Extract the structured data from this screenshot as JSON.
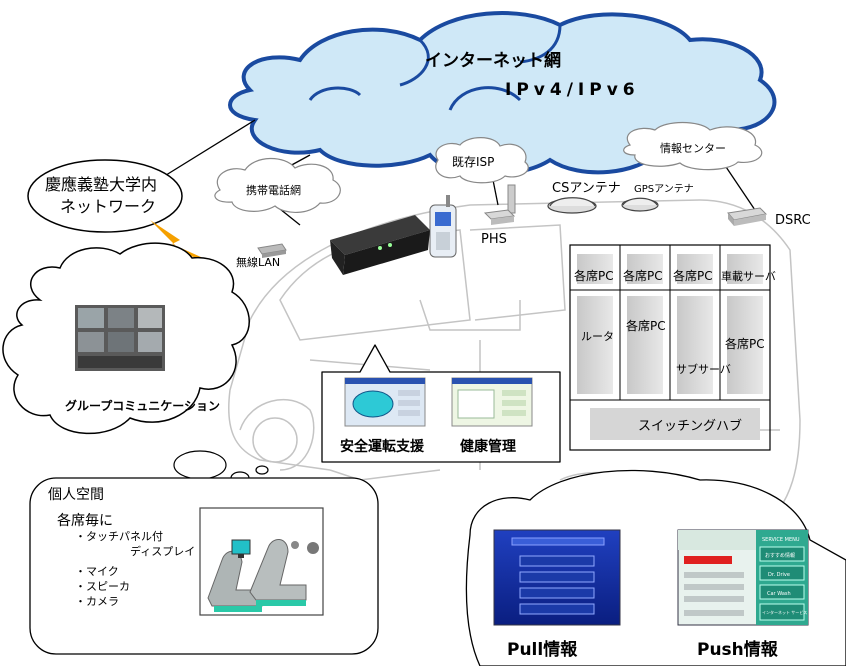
{
  "cloud": {
    "title": "インターネット網",
    "subtitle": "IPv4/IPv6"
  },
  "keio": {
    "line1": "慶應義塾大学内",
    "line2": "ネットワーク"
  },
  "cellular": "携帯電話網",
  "existing_isp": "既存ISP",
  "info_center": "情報センター",
  "cs_antenna": "CSアンテナ",
  "gps_antenna": "GPSアンテナ",
  "dsrc": "DSRC",
  "phs": "PHS",
  "wireless_lan": "無線LAN",
  "rack": {
    "top_row": [
      "各席PC",
      "各席PC",
      "各席PC",
      "車載サーバ"
    ],
    "router": "ルータ",
    "pc2": "各席PC",
    "sub_server": "サブサーバ",
    "pc4": "各席PC",
    "hub": "スイッチングハブ"
  },
  "group_comm": "グループコミュニケーション",
  "apps": {
    "safe_driving": "安全運転支援",
    "health": "健康管理"
  },
  "personal": {
    "title": "個人空間",
    "per_seat": "各席毎に",
    "items": [
      "・タッチパネル付",
      "ディスプレイ",
      "・マイク",
      "・スピーカ",
      "・カメラ"
    ]
  },
  "pull_label": "Pull情報",
  "push_label": "Push情報",
  "push_menu": {
    "header": "SERVICE MENU",
    "buttons": [
      "おすすめ情報",
      "Dr. Drive",
      "Car Wash",
      "インターネット サービス"
    ]
  },
  "colors": {
    "cloud_fill": "#cfe8f7",
    "screen_blue": "#1030a0",
    "push_green": "#2fa990",
    "bolt": "#f5a000"
  }
}
